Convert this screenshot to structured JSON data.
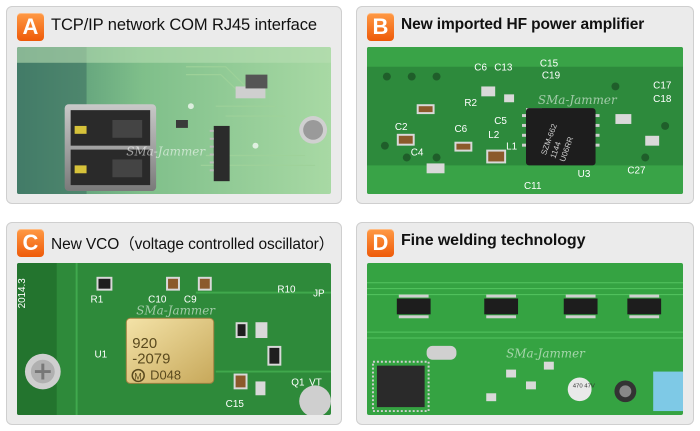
{
  "panels": [
    {
      "letter": "A",
      "title": "TCP/IP network COM RJ45 interface"
    },
    {
      "letter": "B",
      "title": "New imported HF power amplifier"
    },
    {
      "letter": "C",
      "title": "New VCO（voltage controlled oscillator）"
    },
    {
      "letter": "D",
      "title": "Fine welding technology"
    }
  ],
  "watermark": "SMa-Jammer",
  "panel_b": {
    "chip_lines": [
      "SZM-662",
      "1144",
      "U06RR"
    ],
    "silkscreen": [
      "C6",
      "C13",
      "C15",
      "C19",
      "C17",
      "C18",
      "R2",
      "C5",
      "C2",
      "C6",
      "L2",
      "C4",
      "L1",
      "U3",
      "C27",
      "C11"
    ]
  },
  "panel_c": {
    "vco_lines": [
      "920",
      "-2079",
      "D048"
    ],
    "vco_logo": "M",
    "silkscreen": [
      "2014.3",
      "R1",
      "C10",
      "C9",
      "R10",
      "U1",
      "C15",
      "Q1",
      "VT",
      "JP"
    ]
  },
  "panel_d": {
    "cap_label": "470\n47V"
  },
  "colors": {
    "badge": "#f07020",
    "pcb_green": "#2f8a3a",
    "pcb_dark": "#1f5e2a"
  }
}
